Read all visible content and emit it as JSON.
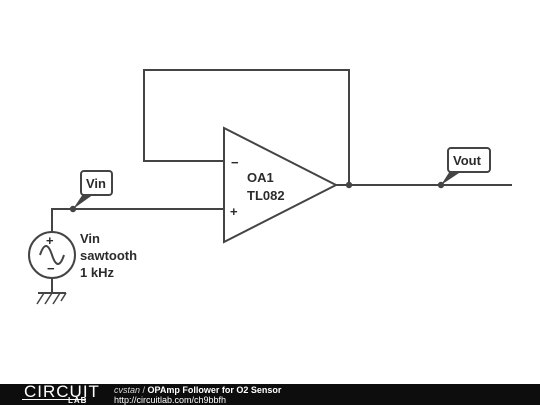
{
  "schematic": {
    "opamp": {
      "name": "OA1",
      "model": "TL082",
      "minus_sign": "−",
      "plus_sign": "+"
    },
    "source": {
      "name": "Vin",
      "wave": "sawtooth",
      "freq": "1 kHz",
      "plus_sign": "+",
      "minus_sign": "−"
    },
    "labels": {
      "input": "Vin",
      "output": "Vout"
    }
  },
  "footer": {
    "logo_top": "CIRCUIT",
    "logo_bottom": "LAB",
    "author": "cvstan",
    "separator": " / ",
    "title": "OPAmp Follower for O2 Sensor",
    "url": "http://circuitlab.com/ch9bbfh"
  }
}
